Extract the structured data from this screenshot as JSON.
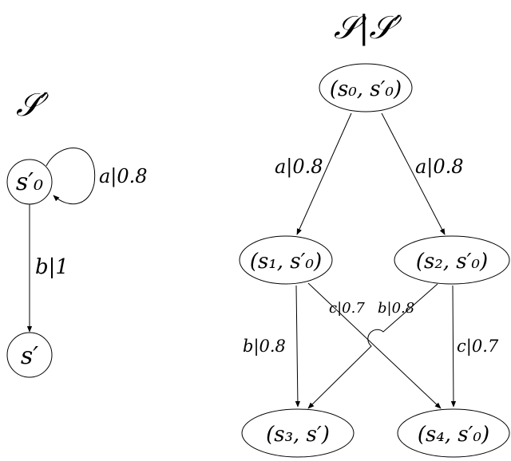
{
  "titles": {
    "left": "𝒮′",
    "right": "𝒮|𝒮′"
  },
  "nodes": {
    "s0p": "s′₀",
    "sp": "s′",
    "n_s0_s0p": "(s₀, s′₀)",
    "n_s1_s0p": "(s₁, s′₀)",
    "n_s2_s0p": "(s₂, s′₀)",
    "n_s3_sp": "(s₃, s′)",
    "n_s4_s0p": "(s₄, s′₀)"
  },
  "edges": {
    "self_loop": "a|0.8",
    "s0p_to_sp": "b|1",
    "s0_to_s1": "a|0.8",
    "s0_to_s2": "a|0.8",
    "s1_to_s3": "b|0.8",
    "s1_to_s4": "c|0.7",
    "s2_to_s3": "b|0.8",
    "s2_to_s4": "c|0.7"
  }
}
